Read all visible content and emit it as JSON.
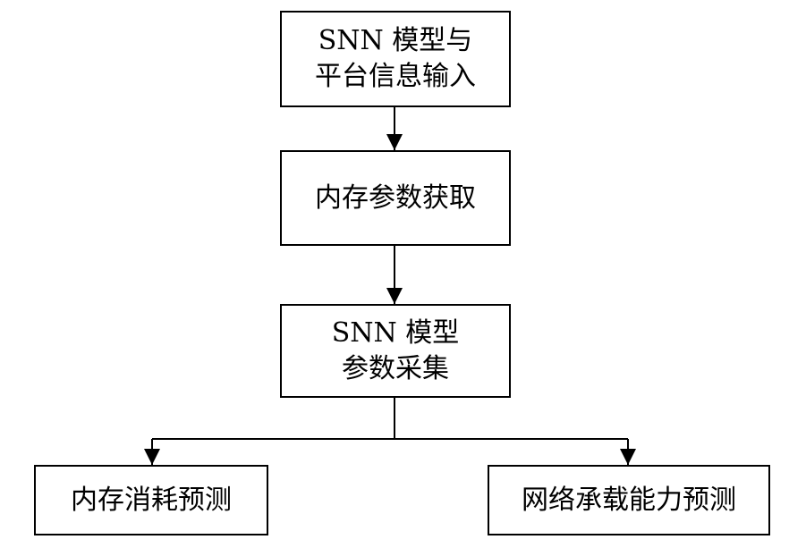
{
  "diagram": {
    "nodes": [
      {
        "id": "input",
        "lines": [
          "SNN 模型与",
          "平台信息输入"
        ]
      },
      {
        "id": "memory_params",
        "lines": [
          "内存参数获取"
        ]
      },
      {
        "id": "snn_params",
        "lines": [
          "SNN 模型",
          "参数采集"
        ]
      },
      {
        "id": "memory_prediction",
        "lines": [
          "内存消耗预测"
        ]
      },
      {
        "id": "capacity_prediction",
        "lines": [
          "网络承载能力预测"
        ]
      }
    ],
    "edges": [
      {
        "from": "input",
        "to": "memory_params"
      },
      {
        "from": "memory_params",
        "to": "snn_params"
      },
      {
        "from": "snn_params",
        "to": "memory_prediction"
      },
      {
        "from": "snn_params",
        "to": "capacity_prediction"
      }
    ],
    "colors": {
      "stroke": "#000000",
      "fill": "#ffffff"
    }
  }
}
